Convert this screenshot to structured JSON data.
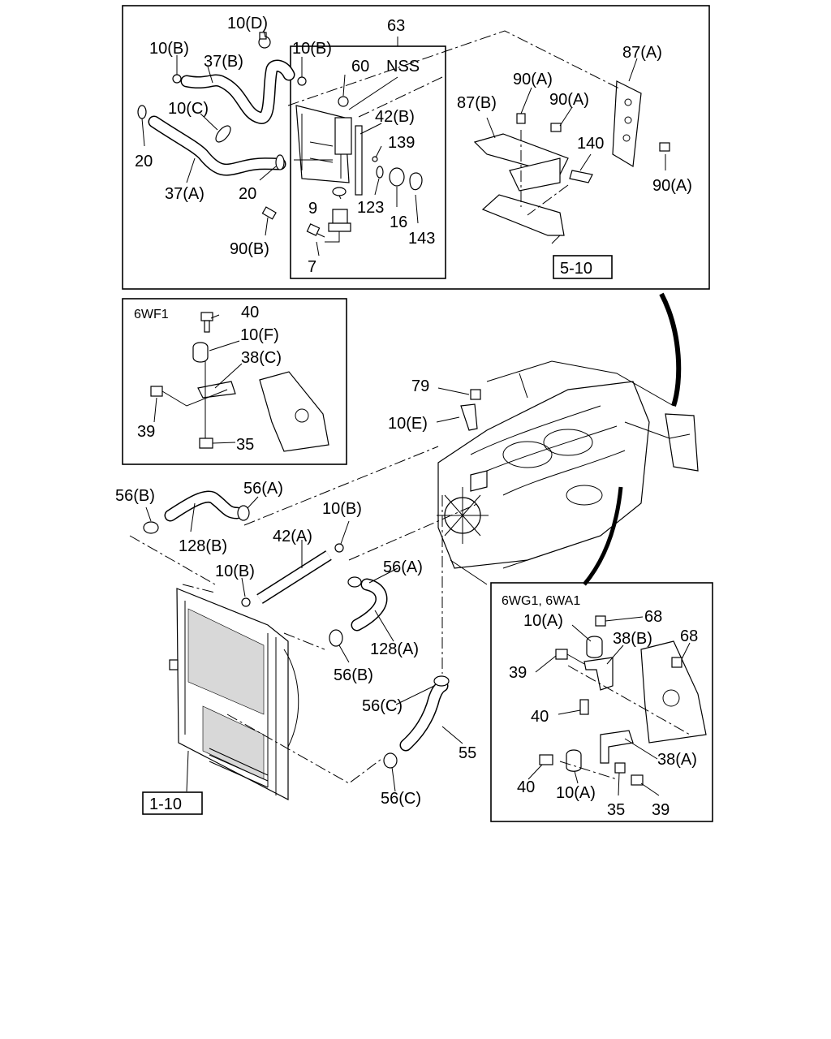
{
  "callouts": {
    "p10d": "10(D)",
    "p10b_a": "10(B)",
    "p10b_b": "10(B)",
    "p37b": "37(B)",
    "p10c": "10(C)",
    "p20a": "20",
    "p37a": "37(A)",
    "p20b": "20",
    "p90b": "90(B)",
    "p63": "63",
    "p60": "60",
    "nss": "NSS",
    "p42b": "42(B)",
    "p139": "139",
    "p9": "9",
    "p123": "123",
    "p16": "16",
    "p143": "143",
    "p7": "7",
    "p87a": "87(A)",
    "p87b": "87(B)",
    "p90a_a": "90(A)",
    "p90a_b": "90(A)",
    "p140": "140",
    "p90a_c": "90(A)",
    "ref510": "5-10",
    "inset1_title": "6WF1",
    "i1_40": "40",
    "i1_10f": "10(F)",
    "i1_38c": "38(C)",
    "i1_39": "39",
    "i1_35": "35",
    "p79": "79",
    "p10e": "10(E)",
    "p56b_a": "56(B)",
    "p56a_a": "56(A)",
    "p128b": "128(B)",
    "p10b_c": "10(B)",
    "p42a": "42(A)",
    "p10b_d": "10(B)",
    "p56a_b": "56(A)",
    "p128a": "128(A)",
    "p56b_b": "56(B)",
    "p56c_a": "56(C)",
    "p55": "55",
    "p56c_b": "56(C)",
    "ref110": "1-10",
    "inset2_title": "6WG1, 6WA1",
    "i2_10a": "10(A)",
    "i2_68a": "68",
    "i2_38b": "38(B)",
    "i2_68b": "68",
    "i2_39a": "39",
    "i2_40a": "40",
    "i2_38a": "38(A)",
    "i2_40b": "40",
    "i2_10a_b": "10(A)",
    "i2_35": "35",
    "i2_39b": "39"
  }
}
